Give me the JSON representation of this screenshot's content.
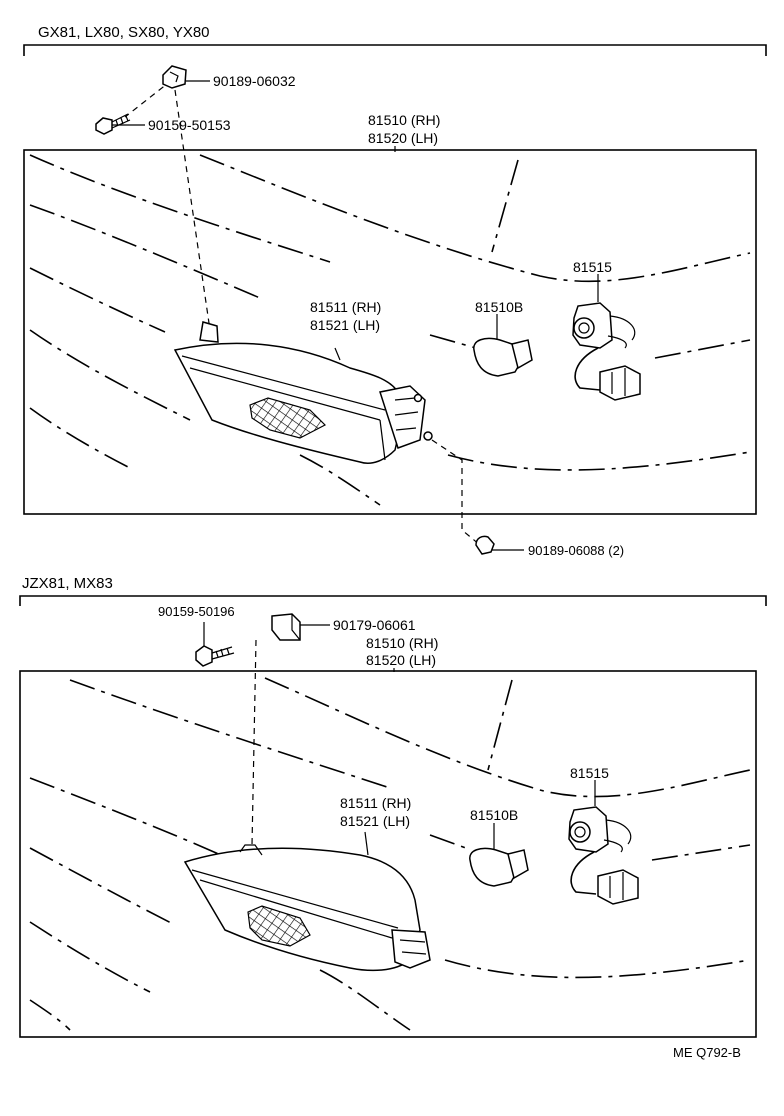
{
  "sections": [
    {
      "models": "GX81, LX80, SX80, YX80",
      "labels": {
        "nut_top": "90189-06032",
        "bolt": "90159-50153",
        "assy_rh": "81510 (RH)",
        "assy_lh": "81520 (LH)",
        "lens_rh": "81511 (RH)",
        "lens_lh": "81521 (LH)",
        "bulb": "81510B",
        "socket": "81515",
        "nut_bottom": "90189-06088 (2)"
      }
    },
    {
      "models": "JZX81, MX83",
      "labels": {
        "screw": "90159-50196",
        "clip": "90179-06061",
        "assy_rh": "81510 (RH)",
        "assy_lh": "81520 (LH)",
        "lens_rh": "81511 (RH)",
        "lens_lh": "81521 (LH)",
        "bulb": "81510B",
        "socket": "81515"
      }
    }
  ],
  "footer_code": "ME Q792-B"
}
